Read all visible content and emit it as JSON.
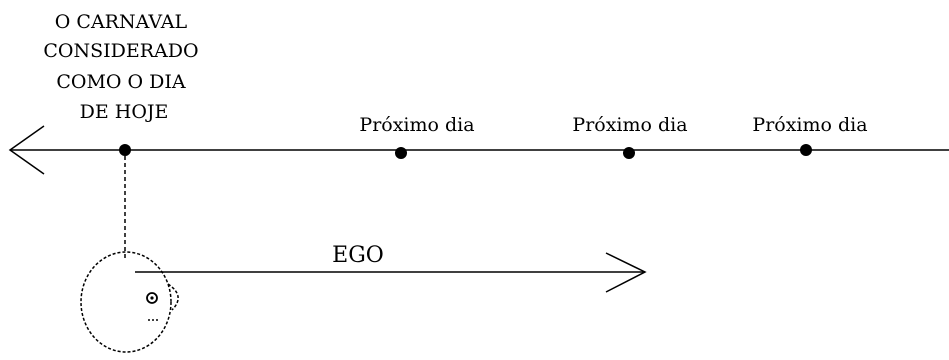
{
  "diagram": {
    "today_label_lines": [
      "O CARNAVAL",
      "CONSIDERADO",
      "COMO O DIA",
      "DE HOJE"
    ],
    "next_day_labels": [
      "Próximo dia",
      "Próximo dia",
      "Próximo dia"
    ],
    "ego_label": "EGO"
  }
}
